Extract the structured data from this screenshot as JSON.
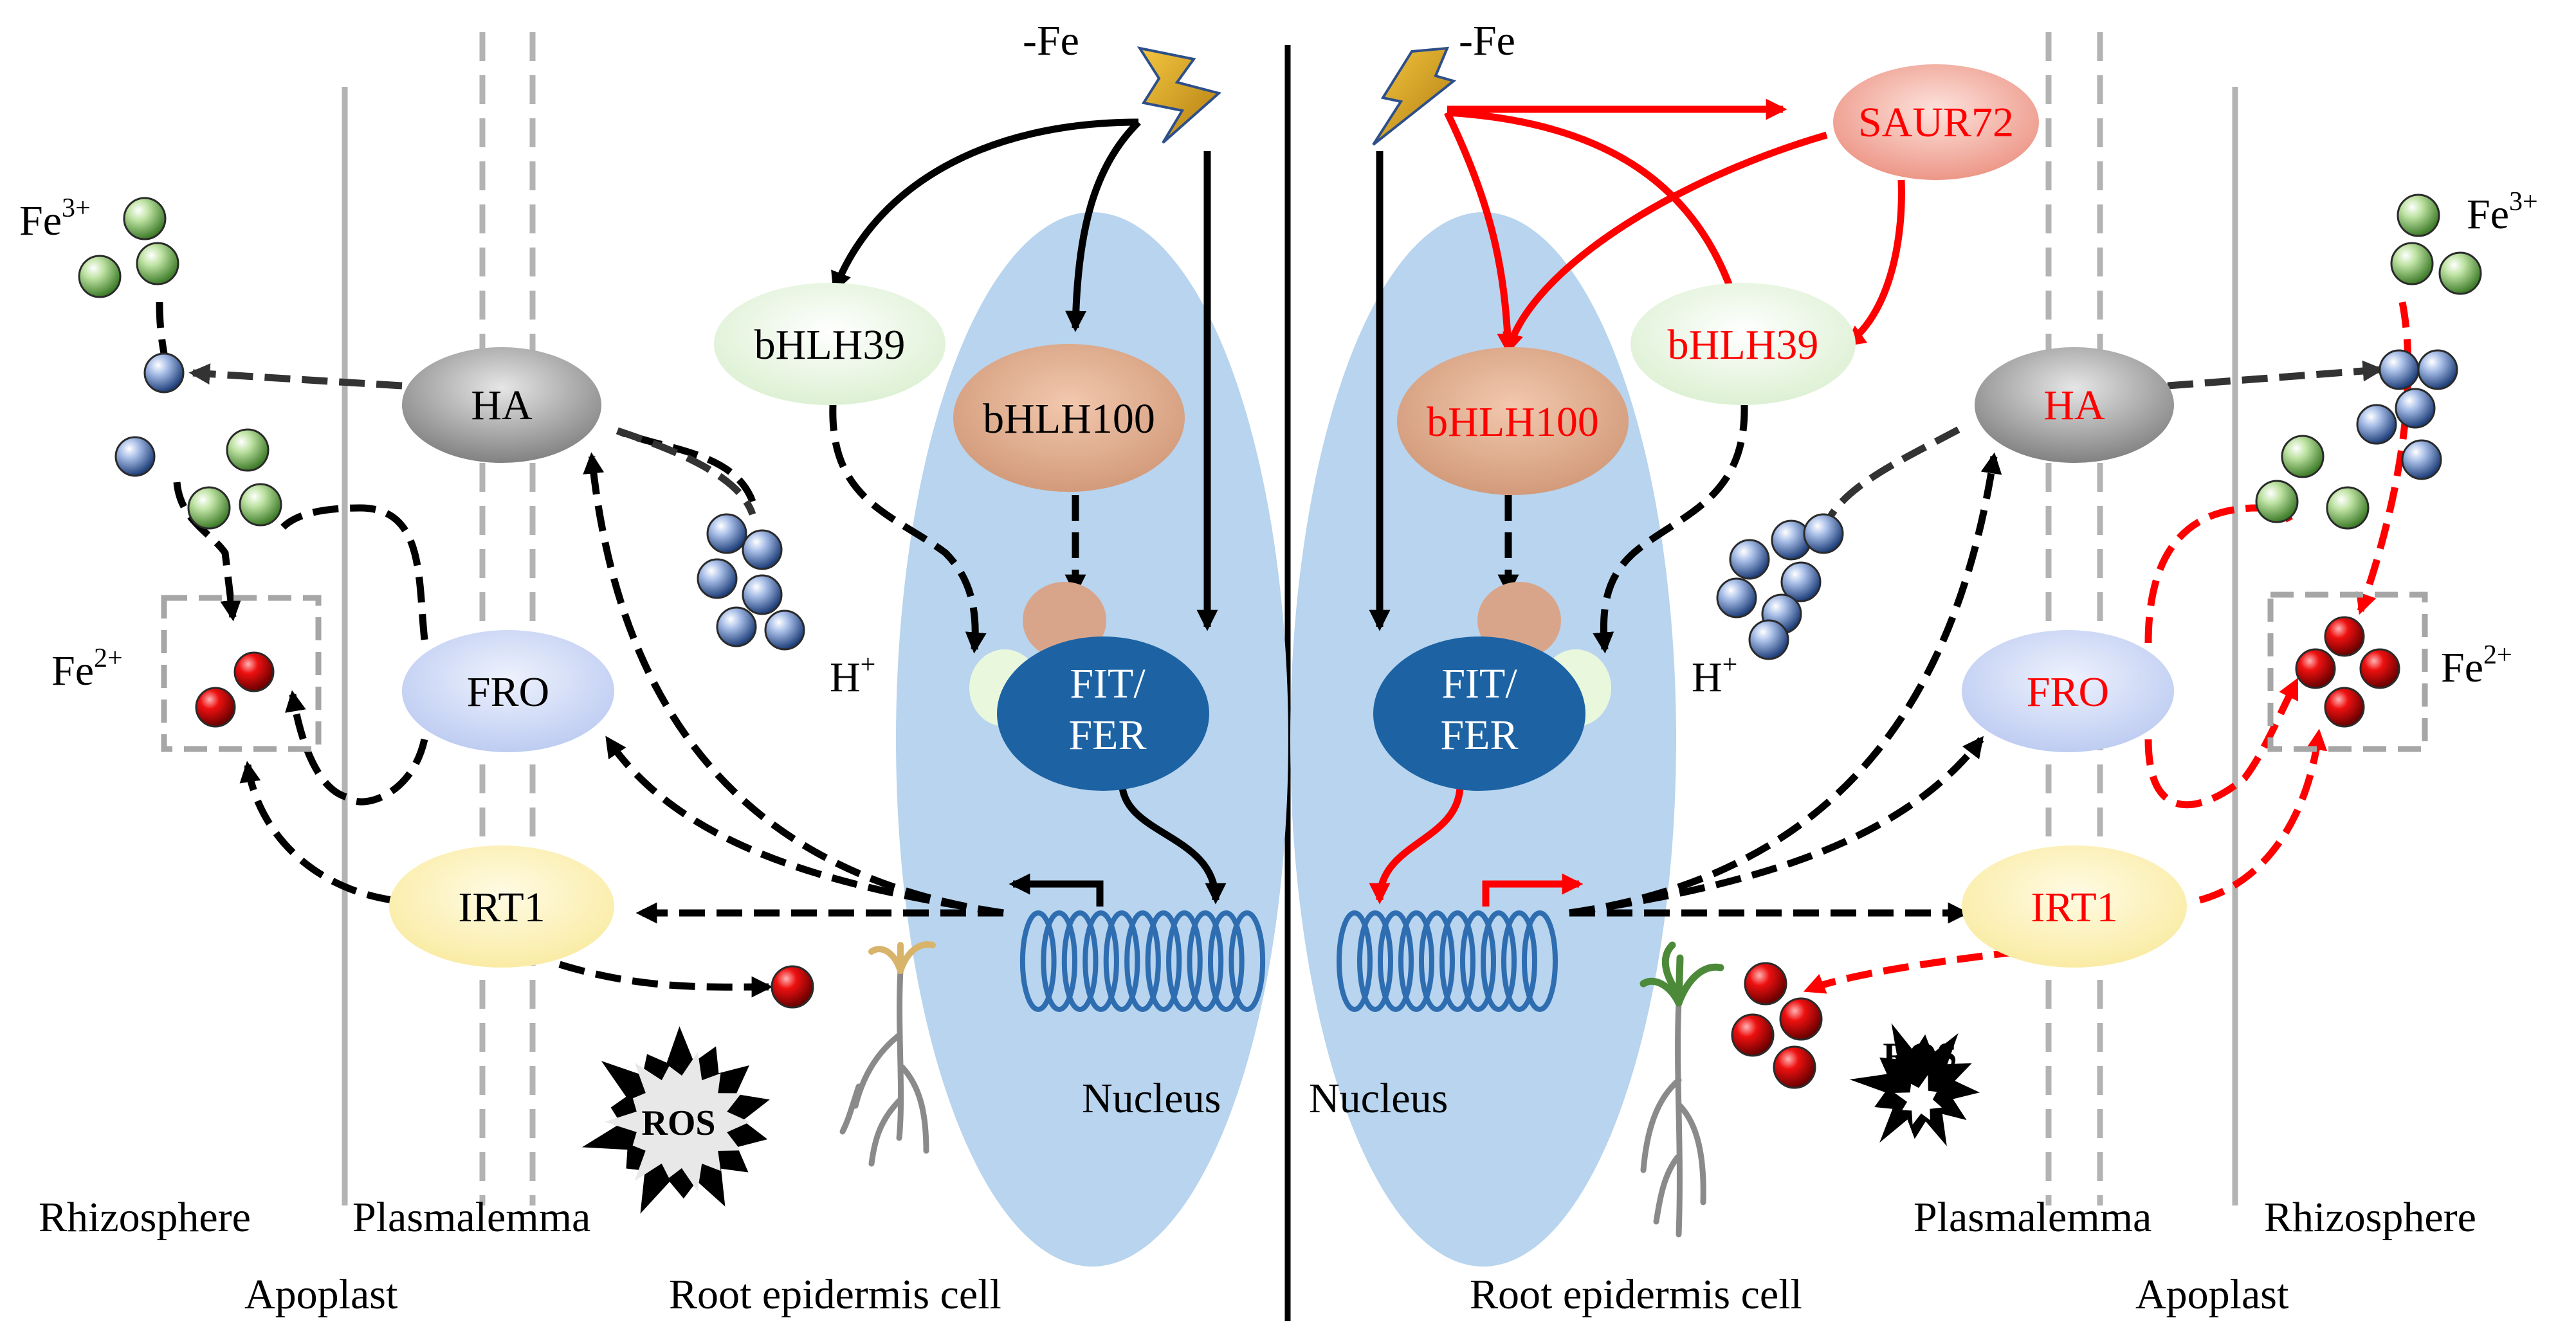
{
  "labels": {
    "fe_deficiency": "-Fe",
    "fe3": "Fe",
    "fe3_sup": "3+",
    "fe2": "Fe",
    "fe2_sup": "2+",
    "h_plus": "H",
    "h_plus_sup": "+",
    "ha": "HA",
    "fro": "FRO",
    "irt1": "IRT1",
    "bhlh39": "bHLH39",
    "bhlh100": "bHLH100",
    "fit_line1": "FIT/",
    "fit_line2": "FER",
    "saur72": "SAUR72",
    "nucleus": "Nucleus",
    "ros": "ROS",
    "rhizosphere": "Rhizosphere",
    "plasmalemma": "Plasmalemma",
    "apoplast": "Apoplast",
    "root_cell": "Root epidermis cell"
  },
  "colors": {
    "black_pathway": "#000000",
    "red_pathway": "#ff0000",
    "nucleus": "#b8d4ee",
    "fit_fer": "#1d63a4",
    "bhlh100": "#d9a58a",
    "bhlh39": "#e4f4dd",
    "ha": "#8d8d8d",
    "fro": "#c9d6f5",
    "irt1": "#fbefa9",
    "saur72": "#ef9b8c",
    "membrane": "#b8b8b8"
  },
  "panels": [
    {
      "side": "left",
      "condition": "-Fe",
      "highlighted": false
    },
    {
      "side": "right",
      "condition": "-Fe",
      "highlighted": true,
      "highlighted_proteins": [
        "SAUR72",
        "bHLH39",
        "bHLH100",
        "HA",
        "FRO",
        "IRT1"
      ]
    }
  ]
}
